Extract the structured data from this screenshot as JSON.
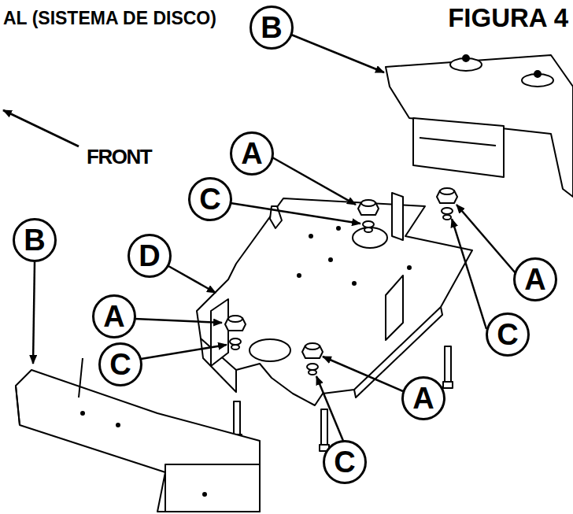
{
  "diagram": {
    "title": "AL (SISTEMA DE DISCO)",
    "nodes": [
      {
        "text": [
          "B"
        ]
      },
      {
        "text": [
          "A"
        ]
      },
      {
        "text": [
          "C"
        ]
      },
      {
        "text": [
          "B"
        ]
      },
      {
        "text": [
          "D"
        ]
      },
      {
        "text": [
          "A"
        ]
      },
      {
        "text": [
          "A"
        ]
      },
      {
        "text": [
          "C"
        ]
      },
      {
        "text": [
          "C"
        ]
      },
      {
        "text": [
          "A"
        ]
      },
      {
        "text": [
          "C"
        ]
      }
    ],
    "labels": [
      "FIGURA 4",
      "FRONT"
    ]
  }
}
